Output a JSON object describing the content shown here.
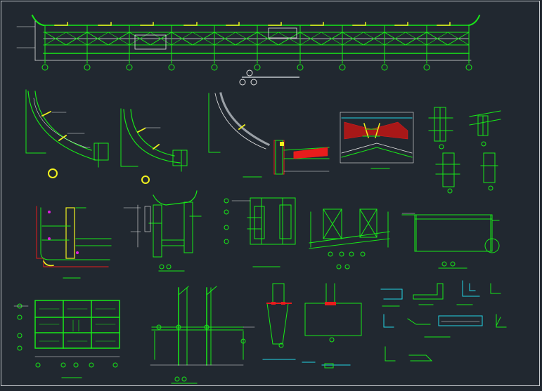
{
  "drawing": {
    "background": "#212830",
    "colors": {
      "main": "#18e818",
      "white": "#e6e6e6",
      "yellow": "#f2f21e",
      "red": "#e81c1c",
      "cyan": "#22d6e6",
      "magenta": "#e01ee0",
      "gray": "#9aa0a6"
    },
    "views": [
      "elevation-strip",
      "curve-detail-1",
      "curve-detail-2",
      "curve-detail-3",
      "hatched-section",
      "joint-details",
      "wall-section",
      "frame-detail",
      "column-plan",
      "truss-detail",
      "beam-elevation",
      "floor-plan-grid",
      "frame-elevation",
      "column-base-details",
      "small-profile-details"
    ]
  }
}
